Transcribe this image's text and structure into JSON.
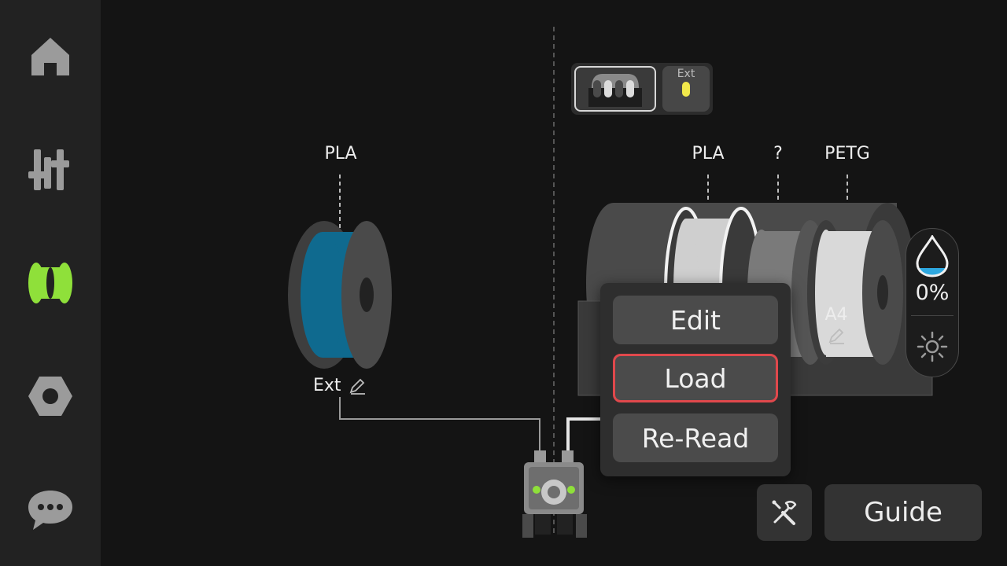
{
  "sidebar": {
    "items": [
      {
        "name": "home",
        "icon": "home-icon"
      },
      {
        "name": "controls",
        "icon": "sliders-icon"
      },
      {
        "name": "filament",
        "icon": "filament-icon",
        "active": true
      },
      {
        "name": "settings",
        "icon": "nut-icon"
      },
      {
        "name": "messages",
        "icon": "chat-bubble-icon"
      }
    ]
  },
  "selector": {
    "ams_tab_icon": "ams-icon",
    "ext_tab_label": "Ext"
  },
  "external_spool": {
    "material": "PLA",
    "slot_label": "Ext",
    "color": "#0f6a8f"
  },
  "ams": {
    "slots": [
      {
        "material": "PLA",
        "color": "#cfcfcf",
        "selected": true
      },
      {
        "material": "?",
        "color": "#7a7a7a"
      },
      {
        "material": "",
        "color": "#5c5c5c"
      },
      {
        "material": "PETG",
        "color": "#d9d9d9",
        "slot_label": "A4"
      }
    ]
  },
  "popup": {
    "edit_label": "Edit",
    "load_label": "Load",
    "reread_label": "Re-Read",
    "selected": "load"
  },
  "humidity": {
    "value": "0%",
    "icon": "humidity-drop-icon",
    "dry_icon": "sun-icon"
  },
  "footer": {
    "guide_label": "Guide",
    "tools_icon": "tools-icon"
  },
  "colors": {
    "accent": "#8fe03a",
    "highlight": "#e0484c",
    "humidity": "#2ea8e0",
    "ext_indicator": "#f2e94b"
  }
}
